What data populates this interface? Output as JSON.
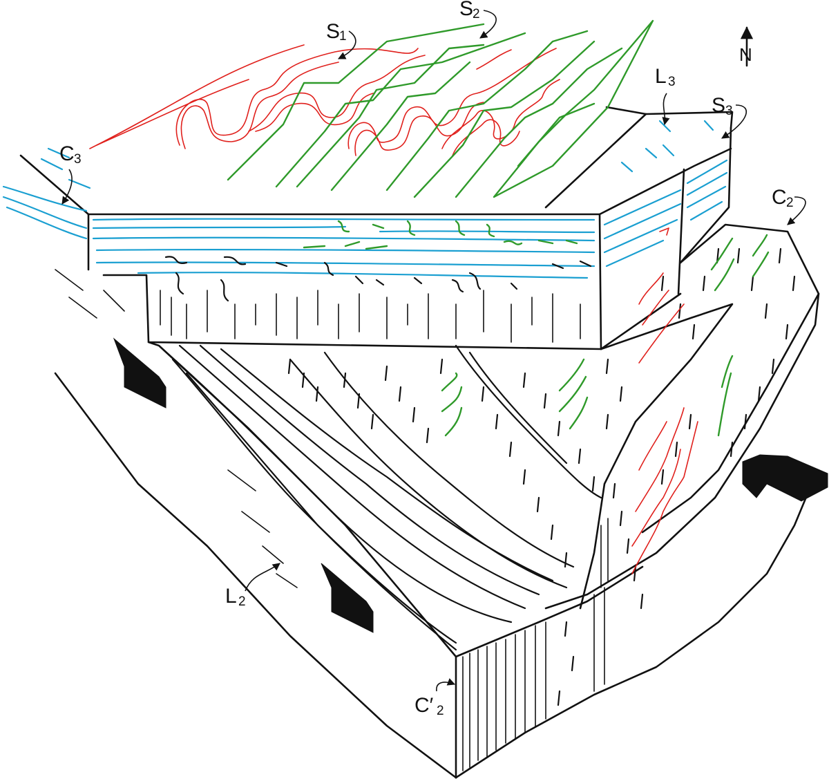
{
  "labels": {
    "s1": {
      "main": "S",
      "sub": "1"
    },
    "s2": {
      "main": "S",
      "sub": "2"
    },
    "s3": {
      "main": "S",
      "sub": "3"
    },
    "l2": {
      "main": "L",
      "sub": "2"
    },
    "l3": {
      "main": "L",
      "sub": "3"
    },
    "c2": {
      "main": "C",
      "sub": "2"
    },
    "c3": {
      "main": "C",
      "sub": "3"
    },
    "c2prime": {
      "main": "C′",
      "sub": "2"
    }
  },
  "north": "N",
  "colors": {
    "ink": "#111111",
    "s1_red": "#e0201c",
    "s2_green": "#2f9a2a",
    "s3_blue": "#1a9fd1"
  }
}
